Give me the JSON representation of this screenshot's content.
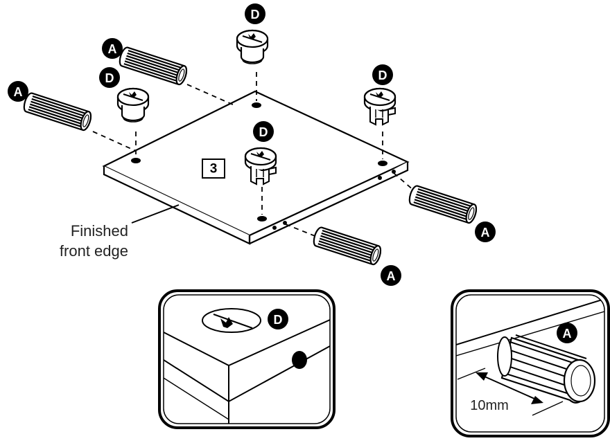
{
  "step_number": "3",
  "front_edge_caption": {
    "line1": "Finished",
    "line2": "front edge"
  },
  "dowel_depth_label": "10mm",
  "part_labels": {
    "dowel": "A",
    "cam_lock": "D"
  }
}
